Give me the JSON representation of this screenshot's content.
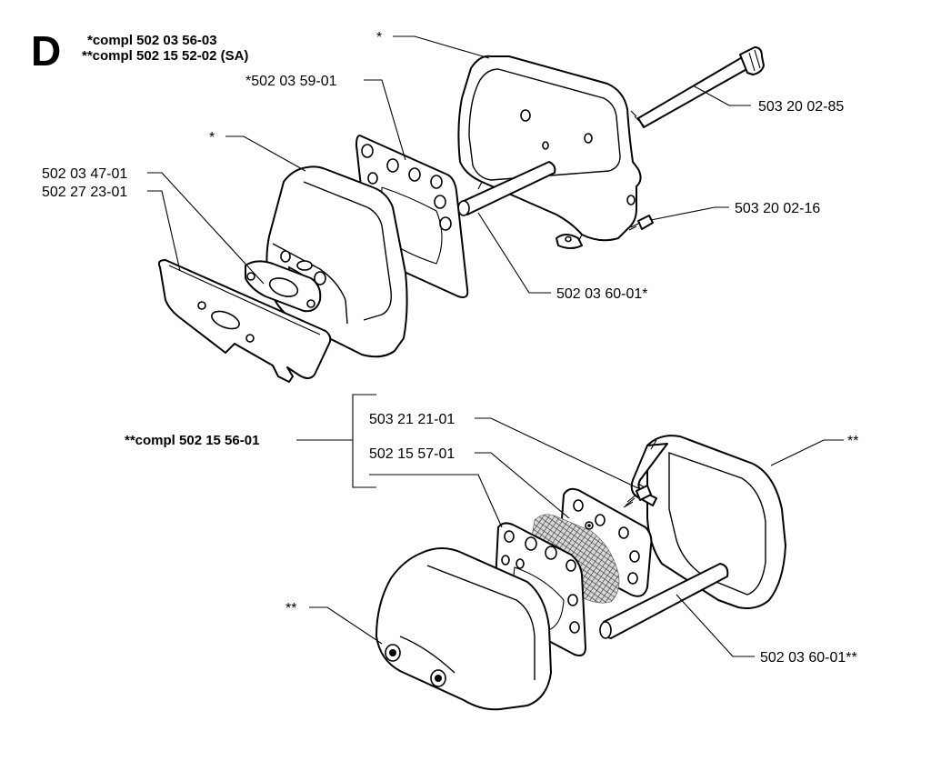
{
  "section_letter": "D",
  "header": {
    "line1": "*compl 502 03 56-03",
    "line2": "**compl 502 15 52-02 (SA)"
  },
  "top_group": {
    "cover_marker": "*",
    "gasket_upper": "*502 03 59-01",
    "bolt": "503 20 02-85",
    "front_cover_marker": "*",
    "gasket_small": "502 03 47-01",
    "plate": "502 27 23-01",
    "screw": "503 20 02-16",
    "sleeve": "502 03 60-01*"
  },
  "bottom_group": {
    "kit": "**compl 502 15 56-01",
    "screw": "503 21 21-01",
    "screen": "502 15 57-01",
    "rear_cover_marker": "**",
    "front_cover_marker": "**",
    "sleeve": "502 03 60-01**"
  }
}
